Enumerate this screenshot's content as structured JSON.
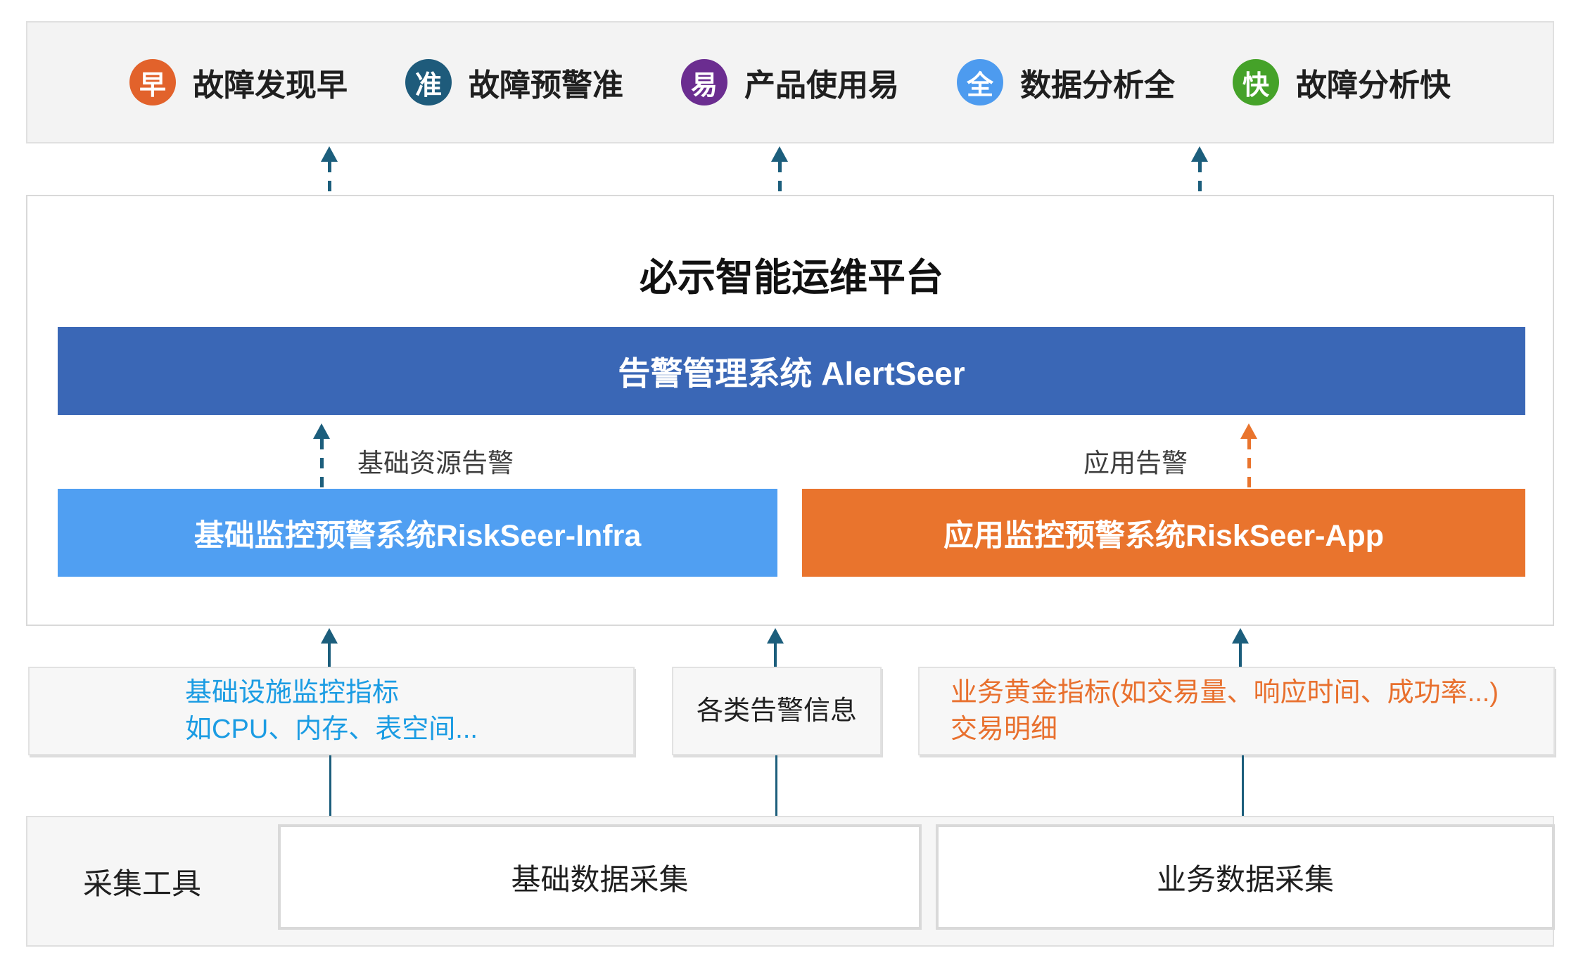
{
  "features": [
    {
      "badge": "早",
      "label": "故障发现早",
      "color": "#e2622b"
    },
    {
      "badge": "准",
      "label": "故障预警准",
      "color": "#1e5b7b"
    },
    {
      "badge": "易",
      "label": "产品使用易",
      "color": "#6b2d90"
    },
    {
      "badge": "全",
      "label": "数据分析全",
      "color": "#4d9bef"
    },
    {
      "badge": "快",
      "label": "故障分析快",
      "color": "#45a229"
    }
  ],
  "platform": {
    "title": "必示智能运维平台",
    "alert_system": "告警管理系统 AlertSeer",
    "infra_system": "基础监控预警系统RiskSeer-Infra",
    "app_system": "应用监控预警系统RiskSeer-App",
    "infra_alert_label": "基础资源告警",
    "app_alert_label": "应用告警"
  },
  "sources": {
    "infra_metrics_line1": "基础设施监控指标",
    "infra_metrics_line2": "如CPU、内存、表空间...",
    "alert_info": "各类告警信息",
    "business_line1": "业务黄金指标(如交易量、响应时间、成功率...)",
    "business_line2": "交易明细"
  },
  "collection": {
    "label": "采集工具",
    "infra_box": "基础数据采集",
    "business_box": "业务数据采集"
  },
  "colors": {
    "alertseer_bar": "#3a67b6",
    "infra_bar": "#509ff2",
    "app_bar": "#e9742d",
    "teal_arrow": "#1c5e7c",
    "orange_arrow": "#e9742d",
    "infra_metrics_text": "#1b9ce3",
    "business_text": "#e8702e"
  }
}
